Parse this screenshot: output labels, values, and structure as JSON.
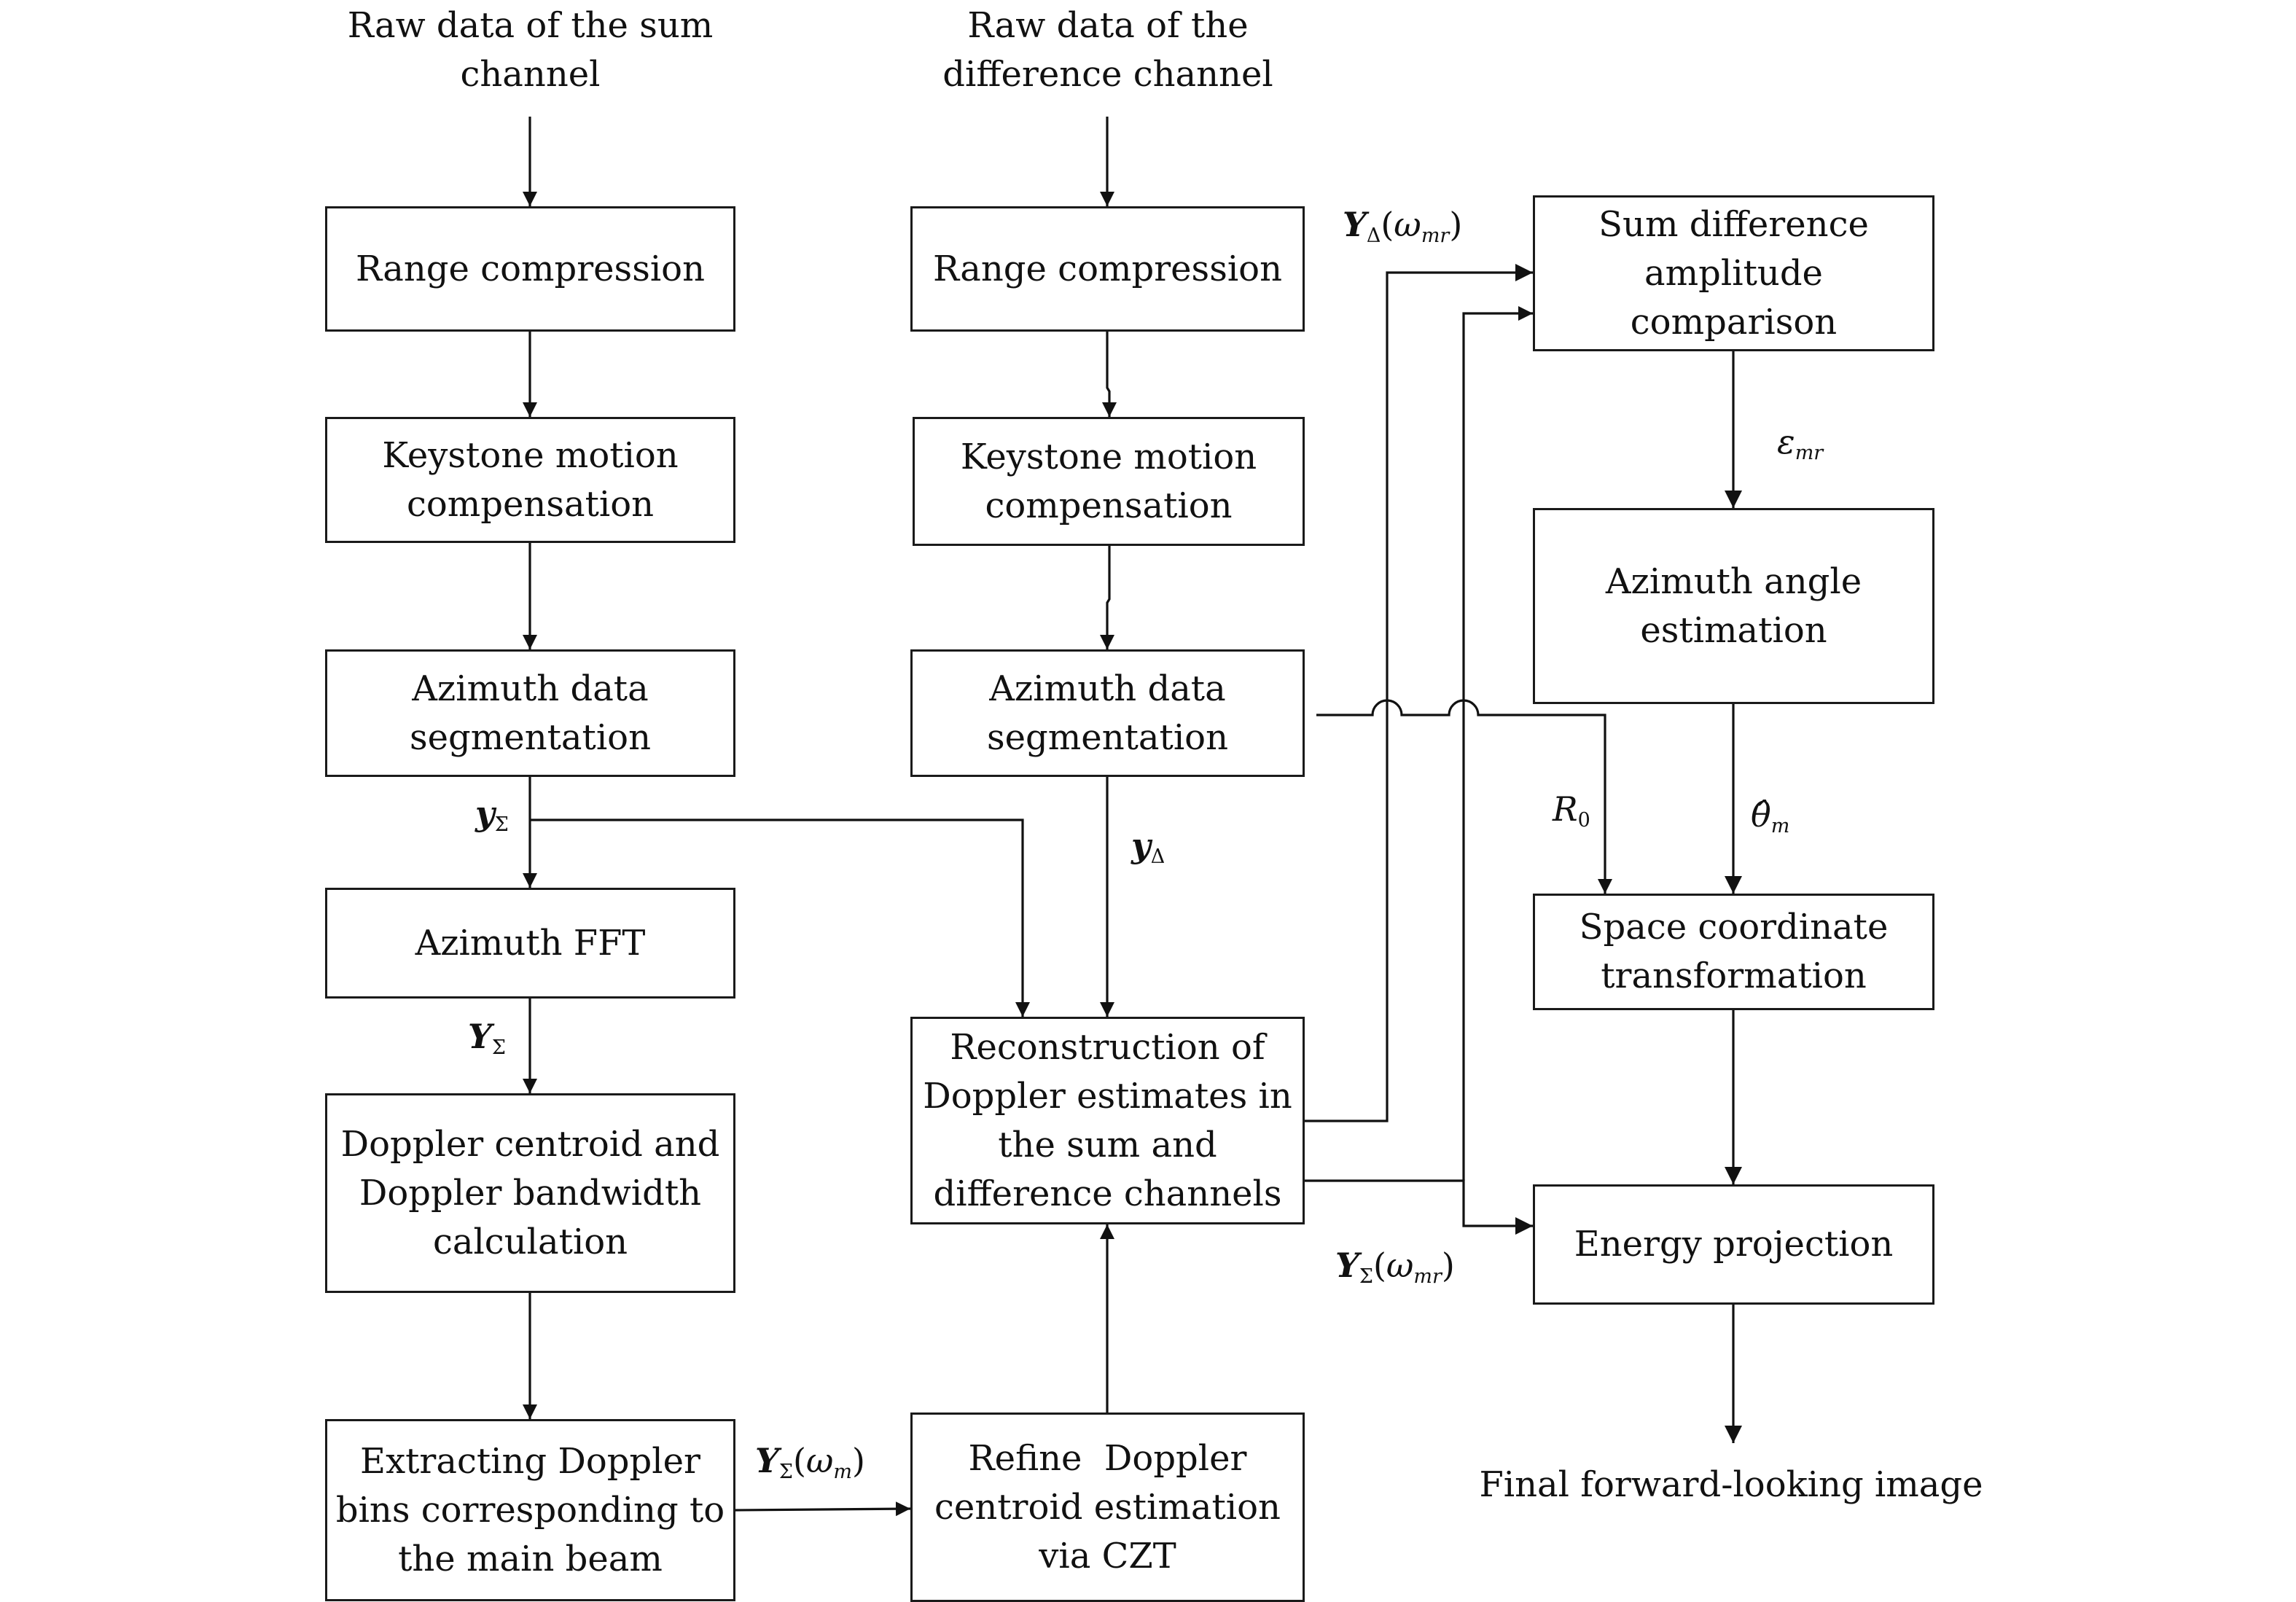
{
  "inputs": {
    "sum_raw": "Raw data of the sum channel",
    "diff_raw": "Raw data of the difference channel"
  },
  "sum_channel": {
    "range_compression": "Range compression",
    "keystone": "Keystone motion compensation",
    "azimuth_segmentation": "Azimuth data segmentation",
    "azimuth_fft": "Azimuth FFT",
    "doppler_calc": "Doppler centroid and Doppler bandwidth calculation",
    "extract_bins": "Extracting Doppler bins corresponding to the main beam"
  },
  "diff_channel": {
    "range_compression": "Range compression",
    "keystone": "Keystone motion compensation",
    "azimuth_segmentation": "Azimuth data segmentation"
  },
  "middle": {
    "reconstruction": "Reconstruction of Doppler estimates in the sum and difference channels",
    "refine": "Refine  Doppler centroid estimation via CZT"
  },
  "right": {
    "amplitude_comparison": "Sum difference amplitude comparison",
    "azimuth_angle": "Azimuth angle estimation",
    "space_transform": "Space coordinate transformation",
    "energy_projection": "Energy projection",
    "final_output": "Final forward-looking image"
  },
  "symbols": {
    "y_sigma": "Σ",
    "y_delta": "Δ",
    "Y_sigma": "Σ",
    "Y_sigma_omega_m": "Σ",
    "Y_delta_omega_mr": "Δ",
    "Y_sigma_omega_mr": "Σ",
    "epsilon_mr": "mr",
    "theta_m": "m",
    "R_0": "0"
  }
}
